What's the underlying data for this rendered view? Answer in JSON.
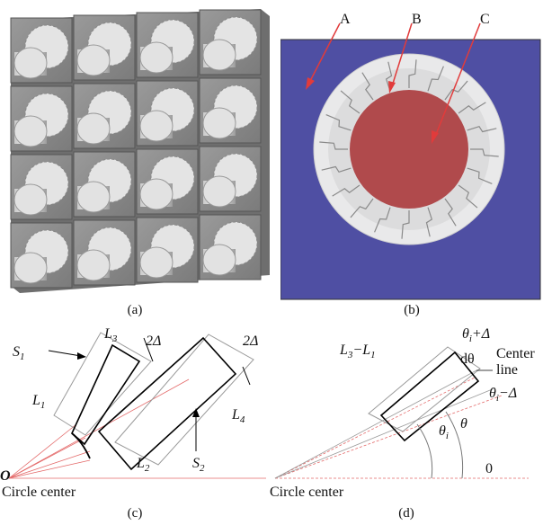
{
  "panel_a": {
    "caption": "(a)"
  },
  "panel_b": {
    "caption": "(b)",
    "labels": {
      "A": "A",
      "B": "B",
      "C": "C"
    },
    "colors": {
      "background": "#4f4fa3",
      "ring": "#e9e9ea",
      "core": "#b04a4c",
      "arrow": "#e13b3b"
    }
  },
  "panel_c": {
    "caption": "(c)",
    "labels": {
      "S1": "S",
      "S1_sub": "1",
      "S2": "S",
      "S2_sub": "2",
      "L1": "L",
      "L1_sub": "1",
      "L2": "L",
      "L2_sub": "2",
      "L3": "L",
      "L3_sub": "3",
      "L4": "L",
      "L4_sub": "4",
      "two_delta_1": "2Δ",
      "two_delta_2": "2Δ",
      "origin": "O",
      "circle_center": "Circle center"
    }
  },
  "panel_d": {
    "caption": "(d)",
    "labels": {
      "l3_l1": "L",
      "l3_l1_sub1": "3",
      "l3_l1_mid": "−L",
      "l3_l1_sub2": "1",
      "theta_plus": "θ",
      "theta_plus_sub": "i",
      "theta_plus_rest": "+Δ",
      "dtheta": "dθ",
      "center": "Center",
      "line": "line",
      "theta_minus": "θ",
      "theta_minus_sub": "i",
      "theta_minus_rest": "−Δ",
      "theta_i": "θ",
      "theta_i_sub": "i",
      "theta": "θ",
      "zero": "0",
      "circle_center": "Circle center"
    }
  }
}
